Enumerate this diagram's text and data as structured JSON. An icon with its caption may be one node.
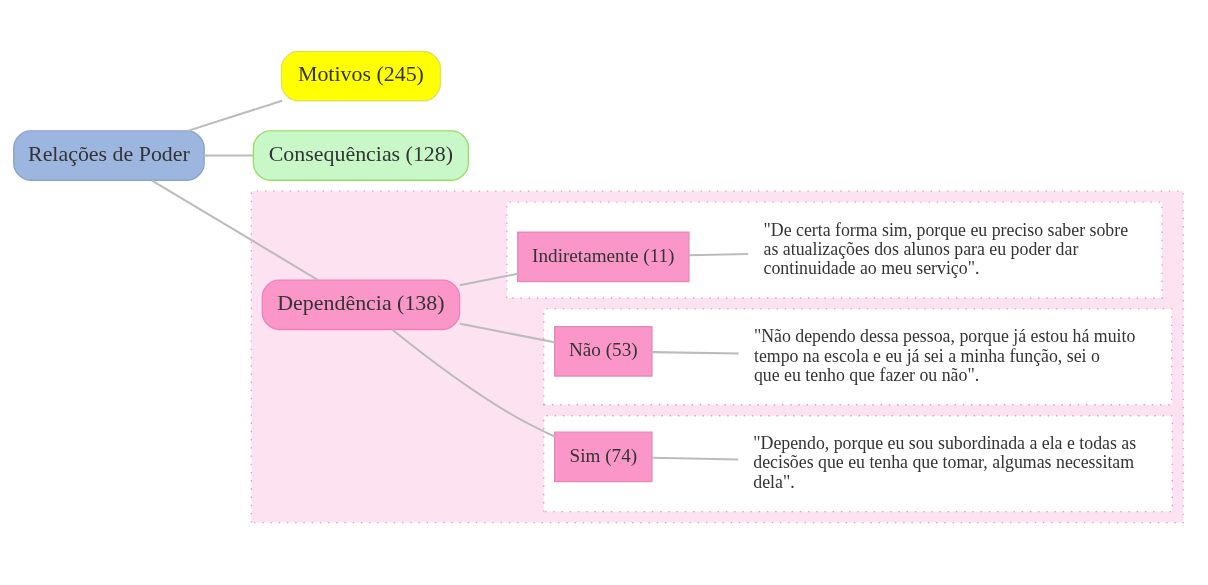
{
  "diagram": {
    "nodes": [
      {
        "text": [
          "Relações de Poder"
        ]
      },
      {
        "text": [
          "Motivos (245)"
        ]
      },
      {
        "text": [],
        "shape": "box"
      },
      {
        "text": [
          "Dependência (138)"
        ],
        "in": 2
      },
      {
        "text": [],
        "shape": "box",
        "in": 2
      },
      {
        "text": [
          "Sim (74)"
        ],
        "in": 4
      },
      {
        "text": [
          "\"Dependo, porque eu sou subordinada a ela e todas as decisões que eu tenha que tomar, algumas necessitam dela\"."
        ],
        "in": 4
      },
      {
        "text": [],
        "shape": "box",
        "in": 2
      },
      {
        "text": [
          "Não (53)"
        ],
        "in": 7
      },
      {
        "text": [
          "\"Não dependo dessa pessoa, porque já estou há muito tempo na escola e eu já sei a minha função, sei o que eu tenho que fazer ou não\"."
        ],
        "in": 7
      },
      {
        "text": [],
        "shape": "box",
        "in": 2
      },
      {
        "text": [
          "Indiretamente (11)"
        ],
        "in": 10
      },
      {
        "text": [
          "\"De certa forma sim, porque eu preciso saber sobre as atualizações dos alunos para eu poder dar continuidade ao meu serviço\"."
        ],
        "in": 10
      },
      {
        "text": [
          "Consequências (128)"
        ]
      }
    ],
    "edges": [
      {
        "from": 0,
        "to": 1,
        "arrow": "none"
      },
      {
        "from": 0,
        "to": 3,
        "arrow": "none"
      },
      {
        "from": 0,
        "to": 13,
        "arrow": "none"
      },
      {
        "from": 3,
        "to": 5,
        "arrow": "none"
      },
      {
        "from": 3,
        "to": 8,
        "arrow": "none"
      },
      {
        "from": 3,
        "to": 11,
        "arrow": "none"
      },
      {
        "from": 5,
        "to": 6,
        "arrow": "none"
      },
      {
        "from": 8,
        "to": 9,
        "arrow": "none"
      },
      {
        "from": 11,
        "to": 12,
        "arrow": "none"
      }
    ]
  }
}
